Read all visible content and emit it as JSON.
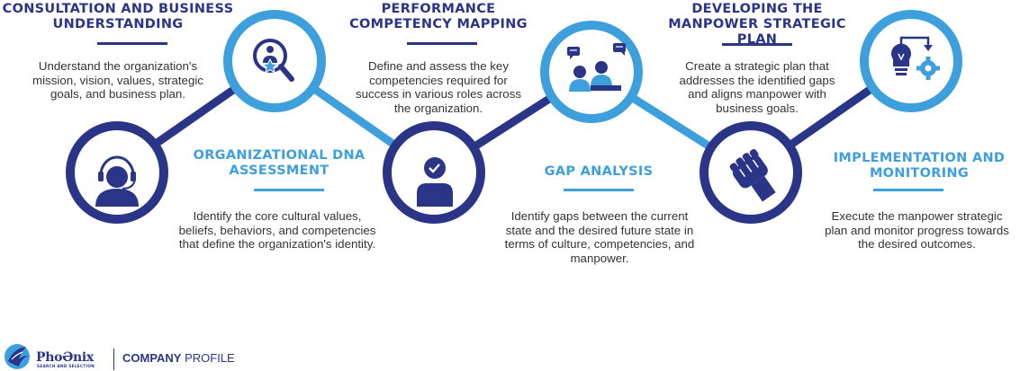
{
  "steps": [
    {
      "title": [
        "CONSULTATION AND BUSINESS",
        "UNDERSTANDING"
      ],
      "desc": [
        "Understand the organization's",
        "mission, vision, values, strategic",
        "goals, and business plan."
      ],
      "icon": "search-star-icon"
    },
    {
      "title": [
        "ORGANIZATIONAL DNA",
        "ASSESSMENT"
      ],
      "desc": [
        "Identify the core cultural values,",
        "beliefs, behaviors, and competencies",
        "that define the organization's identity."
      ],
      "icon": "headset-person-icon"
    },
    {
      "title": [
        "PERFORMANCE",
        "COMPETENCY MAPPING"
      ],
      "desc": [
        "Define and assess the key",
        "competencies required for",
        "success in various roles across",
        "the organization."
      ],
      "icon": "meeting-chat-icon"
    },
    {
      "title": [
        "GAP ANALYSIS"
      ],
      "desc": [
        "Identify gaps between the current",
        "state and the desired future state in",
        "terms of culture, competencies, and",
        "manpower."
      ],
      "icon": "person-check-icon"
    },
    {
      "title": [
        "DEVELOPING THE",
        "MANPOWER STRATEGIC",
        "PLAN"
      ],
      "desc": [
        "Create a strategic plan that",
        "addresses the identified gaps",
        "and aligns manpower with",
        "business goals."
      ],
      "icon": "bulb-gear-icon"
    },
    {
      "title": [
        "IMPLEMENTATION AND",
        "MONITORING"
      ],
      "desc": [
        "Execute the manpower strategic",
        "plan and monitor progress towards",
        "the desired outcomes."
      ],
      "icon": "handshake-fist-icon"
    }
  ],
  "footer": {
    "brand": "PhoƏnix",
    "brand_sub": "SEARCH AND SELECTION",
    "profile_bold": "COMPANY",
    "profile_rest": " PROFILE"
  },
  "colors": {
    "dark": "#2b3588",
    "light": "#3d9fdc"
  }
}
